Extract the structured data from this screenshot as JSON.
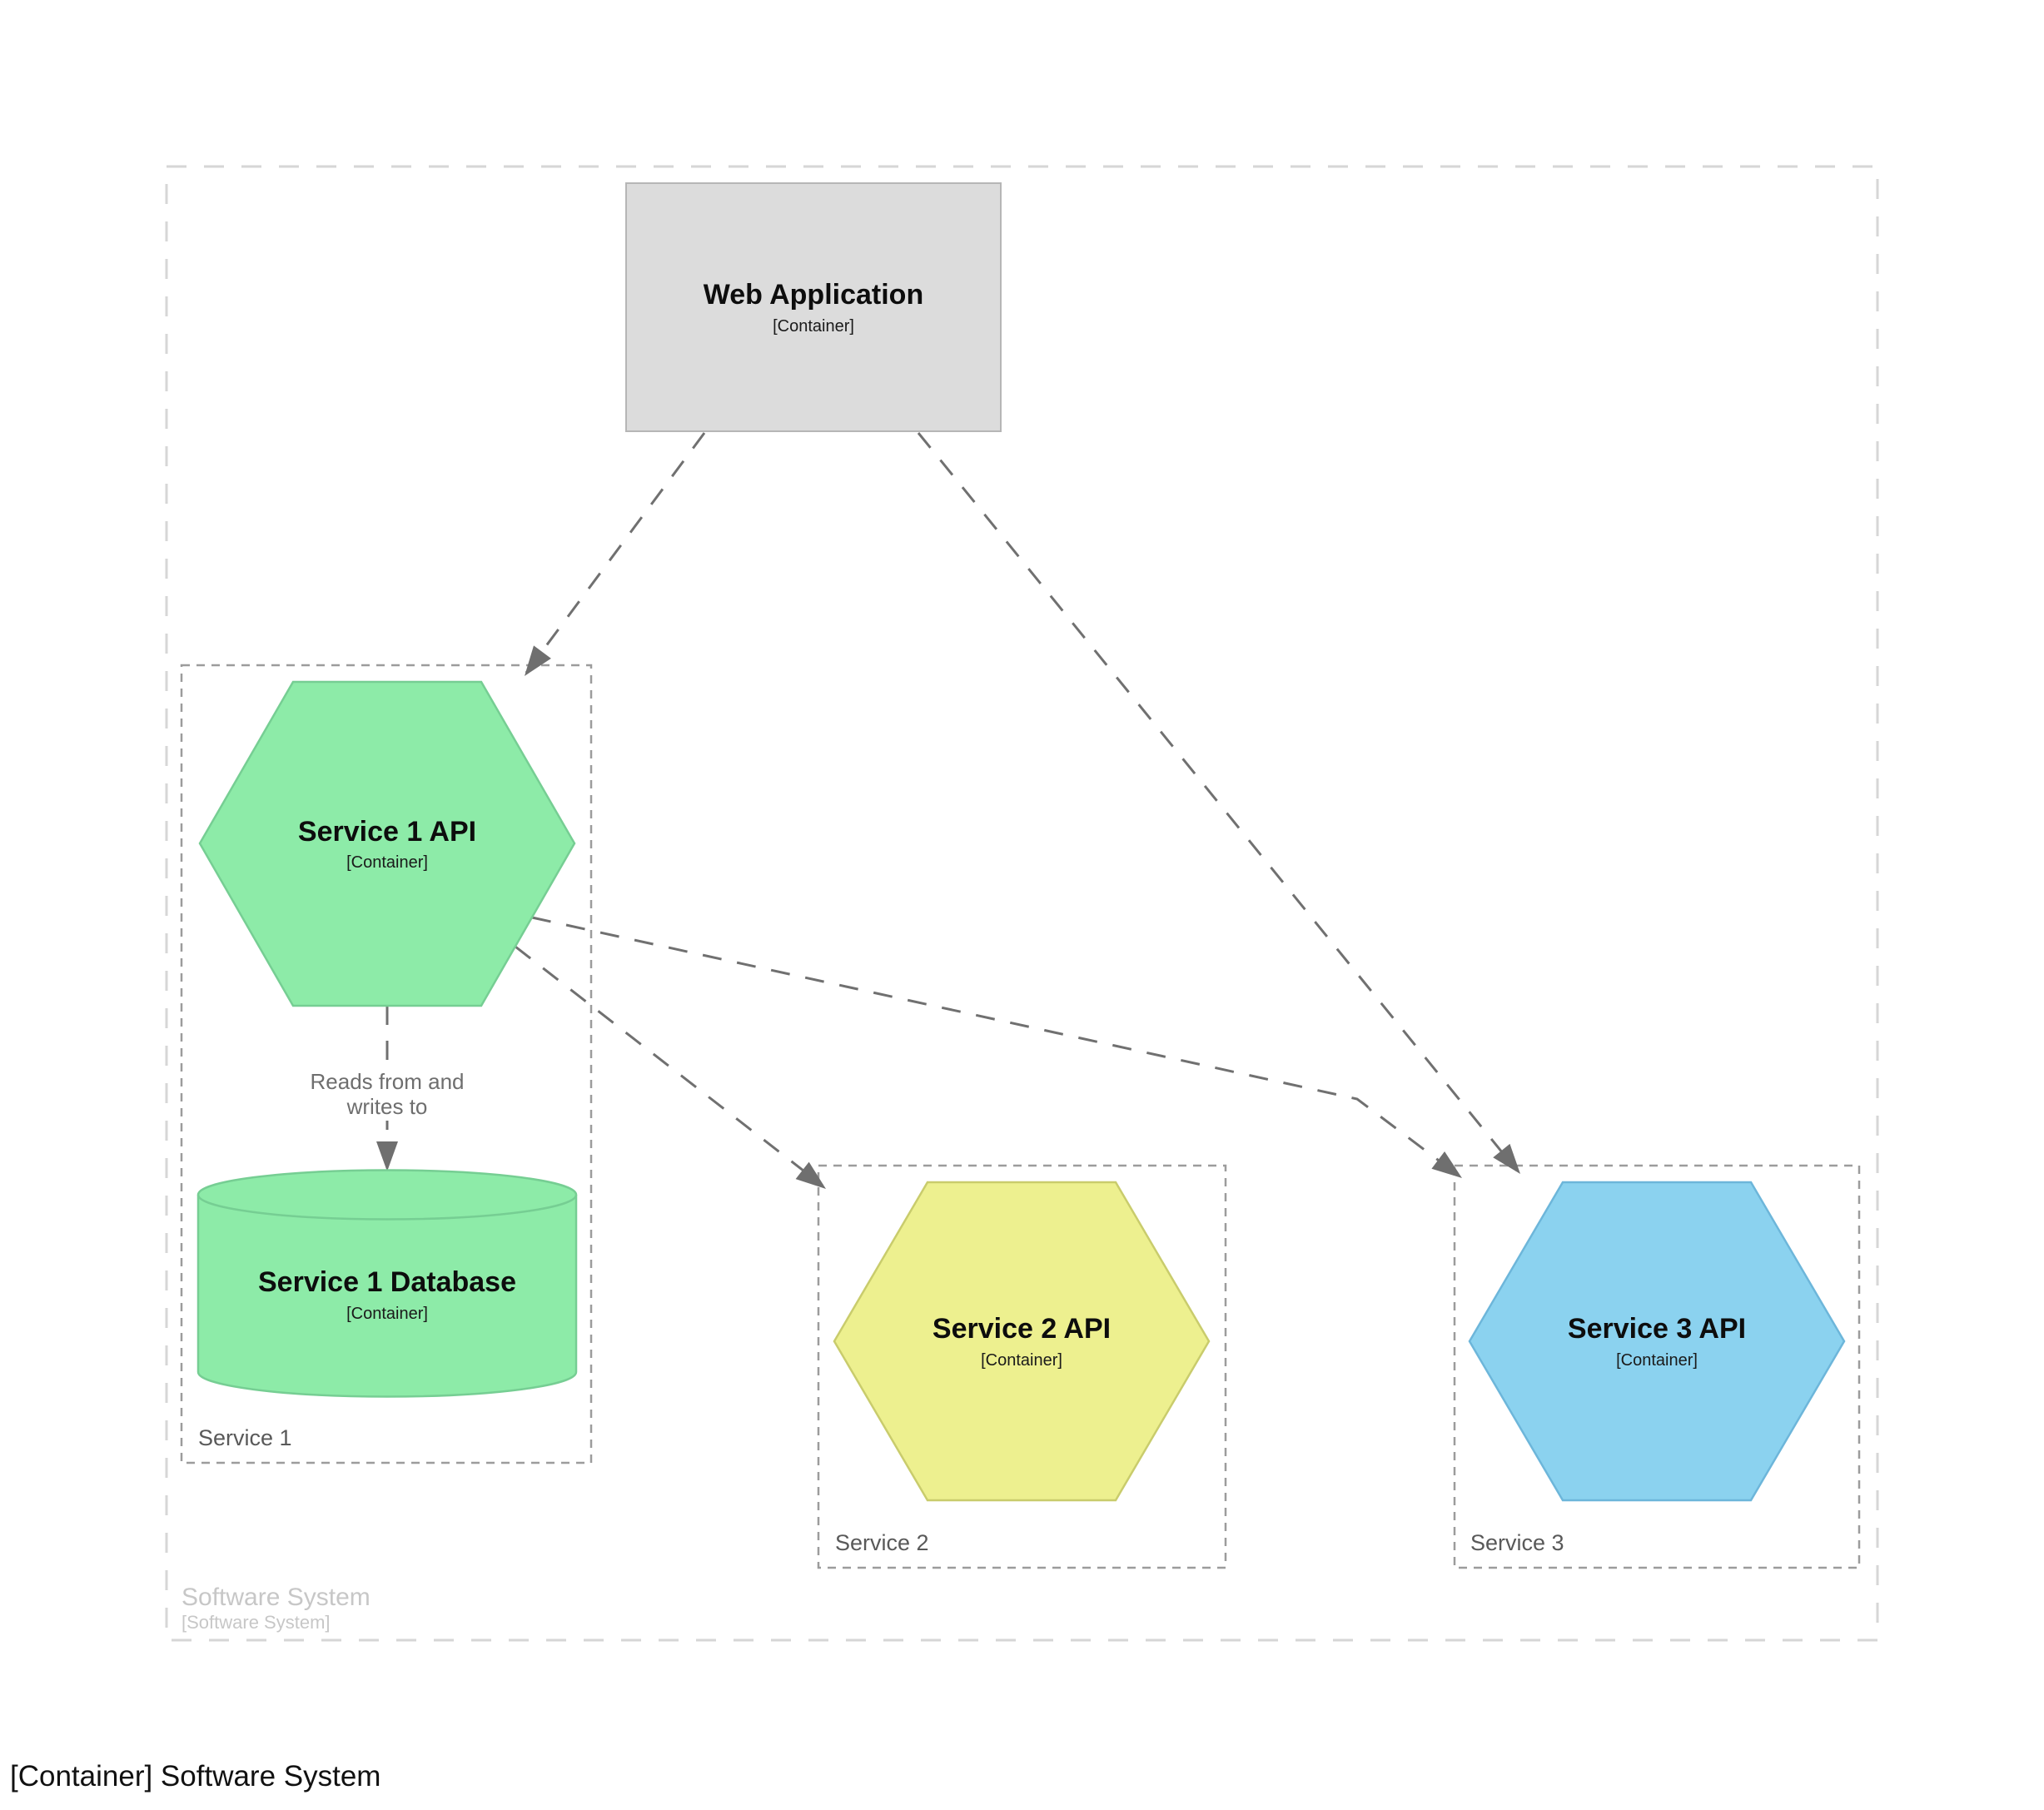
{
  "caption": "[Container] Software System",
  "boundary": {
    "title": "Software System",
    "subtitle": "[Software System]"
  },
  "groups": {
    "service1": "Service 1",
    "service2": "Service 2",
    "service3": "Service 3"
  },
  "nodes": {
    "web_app": {
      "title": "Web Application",
      "type": "[Container]"
    },
    "service1_api": {
      "title": "Service 1 API",
      "type": "[Container]"
    },
    "service1_db": {
      "title": "Service 1 Database",
      "type": "[Container]"
    },
    "service2_api": {
      "title": "Service 2 API",
      "type": "[Container]"
    },
    "service3_api": {
      "title": "Service 3 API",
      "type": "[Container]"
    }
  },
  "relationships": {
    "s1api_to_s1db": "Reads from and writes to"
  },
  "colors": {
    "web_app_fill": "#DCDCDC",
    "service1_fill": "#8DEBA8",
    "service2_fill": "#EDF08F",
    "service3_fill": "#8BD2EF"
  }
}
